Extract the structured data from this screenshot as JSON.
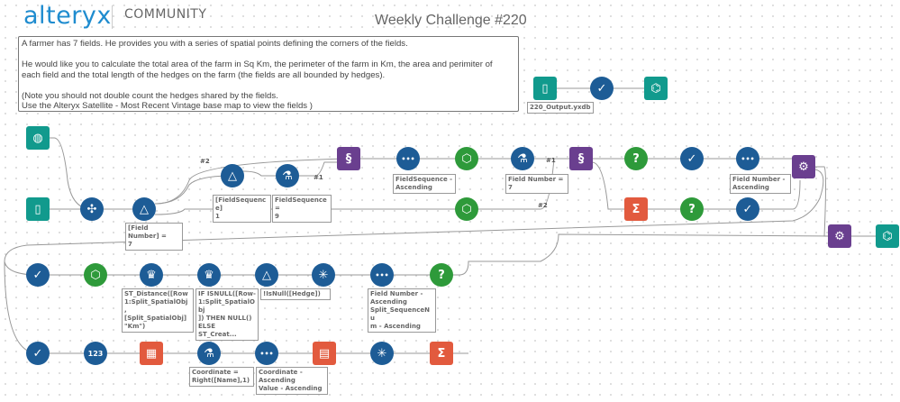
{
  "header": {
    "brand": "alteryx",
    "section": "COMMUNITY",
    "title": "Weekly Challenge #220"
  },
  "note": "A farmer has 7 fields. He provides you with a series of spatial points defining the corners of the fields.\n\nHe would like you to calculate the total area of the farm in Sq Km, the perimeter of the farm in Km, the area and perimiter of\neach field and the total length of the hedges on the farm (the fields are all bounded by hedges).\n\n(Note you should not double count the hedges shared by the fields.\nUse the Alteryx Satellite - Most Recent Vintage base map to view the fields )",
  "output_file": "220_Output.yxdb",
  "wire_labels": [
    "#2",
    "#1",
    "#1",
    "#2"
  ],
  "annotations": {
    "filter_field_number": "[Field Number] =\n7",
    "filter_field_sequence": "[FieldSequence]\n1",
    "formula_field_sequence": "FieldSequence =\n9",
    "sort_field_sequence": "FieldSequence -\nAscending",
    "formula_field_number": "Field Number = 7",
    "sort_field_number": "Field Number -\nAscending",
    "formula_distance": "ST_Distance([Row\n1:Split_SpatialObj\n,\n[Split_SpatialObj]\n\"Km\")",
    "formula_isnull": "IF ISNULL([Row-\n1:Split_SpatialObj\n]) THEN NULL()\nELSE\nST_Creat...",
    "filter_hedge": "!IsNull([Hedge])",
    "sort_field_split": "Field Number -\nAscending\nSplit_SequenceNu\nm - Ascending",
    "formula_coordinate": "Coordinate =\nRight([Name],1)",
    "sort_coordinate": "Coordinate -\nAscending\nValue - Ascending"
  },
  "colors": {
    "input": "#119a8d",
    "preparation": "#1d5c96",
    "developer": "#6a3f8f",
    "spatial": "#2e9a3a",
    "transform": "#e25a3e",
    "wire_anchor": "#a6ce39"
  },
  "tools": [
    {
      "id": "output-input",
      "icon": "book-icon",
      "cat": "teal",
      "g": "▯"
    },
    {
      "id": "output-select",
      "icon": "select-icon",
      "cat": "blue",
      "g": "✓"
    },
    {
      "id": "output-browse",
      "icon": "binoculars-icon",
      "cat": "teal",
      "g": "⌬"
    },
    {
      "id": "map-input",
      "icon": "globe-icon",
      "cat": "teal",
      "g": "◍"
    },
    {
      "id": "data-input",
      "icon": "book-icon",
      "cat": "teal",
      "g": "▯"
    },
    {
      "id": "append",
      "icon": "network-icon",
      "cat": "blue",
      "g": "✣"
    },
    {
      "id": "filter-1",
      "icon": "filter-icon",
      "cat": "blue",
      "g": "△"
    },
    {
      "id": "filter-2",
      "icon": "filter-icon",
      "cat": "blue",
      "g": "△"
    },
    {
      "id": "formula-1",
      "icon": "flask-icon",
      "cat": "blue",
      "g": "⚗"
    },
    {
      "id": "union-1",
      "icon": "dna-icon",
      "cat": "purple",
      "g": "§"
    },
    {
      "id": "sort-1",
      "icon": "sort-icon",
      "cat": "blue",
      "g": "•••"
    },
    {
      "id": "poly-1",
      "icon": "poly-build-icon",
      "cat": "green",
      "g": "⬡"
    },
    {
      "id": "formula-2",
      "icon": "flask-icon",
      "cat": "blue",
      "g": "⚗"
    },
    {
      "id": "union-2",
      "icon": "dna-icon",
      "cat": "purple",
      "g": "§"
    },
    {
      "id": "spatial-info-1",
      "icon": "question-icon",
      "cat": "green",
      "g": "?"
    },
    {
      "id": "select-2",
      "icon": "select-icon",
      "cat": "blue",
      "g": "✓"
    },
    {
      "id": "sort-2",
      "icon": "sort-icon",
      "cat": "blue",
      "g": "•••"
    },
    {
      "id": "macro-1",
      "icon": "gears-icon",
      "cat": "purple",
      "g": "⚙"
    },
    {
      "id": "poly-2",
      "icon": "poly-build-icon",
      "cat": "green",
      "g": "⬡"
    },
    {
      "id": "summarize-1",
      "icon": "sigma-icon",
      "cat": "red",
      "g": "Σ"
    },
    {
      "id": "spatial-info-2",
      "icon": "question-icon",
      "cat": "green",
      "g": "?"
    },
    {
      "id": "select-3",
      "icon": "select-icon",
      "cat": "blue",
      "g": "✓"
    },
    {
      "id": "macro-2",
      "icon": "gears-icon",
      "cat": "purple",
      "g": "⚙"
    },
    {
      "id": "browse",
      "icon": "binoculars-icon",
      "cat": "teal",
      "g": "⌬"
    },
    {
      "id": "select-4",
      "icon": "select-icon",
      "cat": "blue",
      "g": "✓"
    },
    {
      "id": "poly-split",
      "icon": "poly-split-icon",
      "cat": "green",
      "g": "⬡"
    },
    {
      "id": "multirow-1",
      "icon": "multirow-icon",
      "cat": "blue",
      "g": "♛"
    },
    {
      "id": "multirow-2",
      "icon": "multirow-icon",
      "cat": "blue",
      "g": "♛"
    },
    {
      "id": "filter-3",
      "icon": "filter-icon",
      "cat": "blue",
      "g": "△"
    },
    {
      "id": "unique-1",
      "icon": "snowflake-icon",
      "cat": "blue",
      "g": "✳"
    },
    {
      "id": "sort-3",
      "icon": "sort-icon",
      "cat": "blue",
      "g": "•••"
    },
    {
      "id": "spatial-info-3",
      "icon": "question-icon",
      "cat": "green",
      "g": "?"
    },
    {
      "id": "select-5",
      "icon": "select-icon",
      "cat": "blue",
      "g": "✓"
    },
    {
      "id": "record-id",
      "icon": "record-id-icon",
      "cat": "blue",
      "g": "123"
    },
    {
      "id": "transpose",
      "icon": "transpose-icon",
      "cat": "red",
      "g": "▦"
    },
    {
      "id": "formula-3",
      "icon": "flask-icon",
      "cat": "blue",
      "g": "⚗"
    },
    {
      "id": "sort-4",
      "icon": "sort-icon",
      "cat": "blue",
      "g": "•••"
    },
    {
      "id": "crosstab",
      "icon": "crosstab-icon",
      "cat": "red",
      "g": "▤"
    },
    {
      "id": "unique-2",
      "icon": "snowflake-icon",
      "cat": "blue",
      "g": "✳"
    },
    {
      "id": "summarize-2",
      "icon": "sigma-icon",
      "cat": "red",
      "g": "Σ"
    }
  ]
}
